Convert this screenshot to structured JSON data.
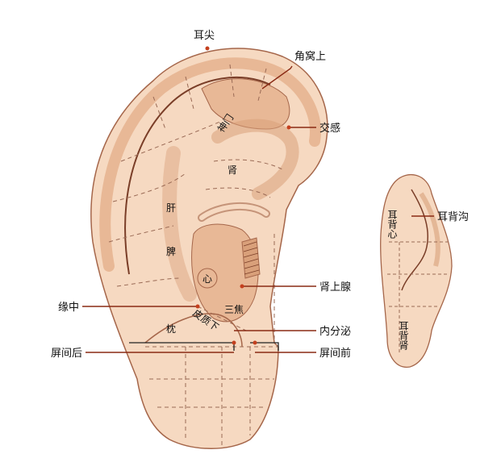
{
  "colors": {
    "skin": "#f6d9c1",
    "skin_dark": "#e8b896",
    "skin_shadow": "#d9a07a",
    "outline": "#a5664a",
    "rim": "#7a3e28",
    "zone_line": "#9a6a55",
    "leader": "#8a2a14",
    "dot": "#c4401e"
  },
  "labels": {
    "er_jian": "耳尖",
    "jiao_wo_shang": "角窝上",
    "jiao_gan": "交感",
    "shen_shang_xian": "肾上腺",
    "yuan_zhong": "缘中",
    "nei_fen_mi": "内分泌",
    "ping_jian_hou": "屏间后",
    "ping_jian_qian": "屏间前",
    "er_bei_gou": "耳背沟"
  },
  "inner_labels": {
    "shen_men": "神门",
    "shen": "肾",
    "gan": "肝",
    "pi": "脾",
    "xin": "心",
    "san_jiao": "三焦",
    "pi_zhi_xia": "皮质下",
    "zhen": "枕"
  },
  "back_view": {
    "er_bei_xin": "耳背心",
    "er_bei_shen": "耳背肾"
  }
}
